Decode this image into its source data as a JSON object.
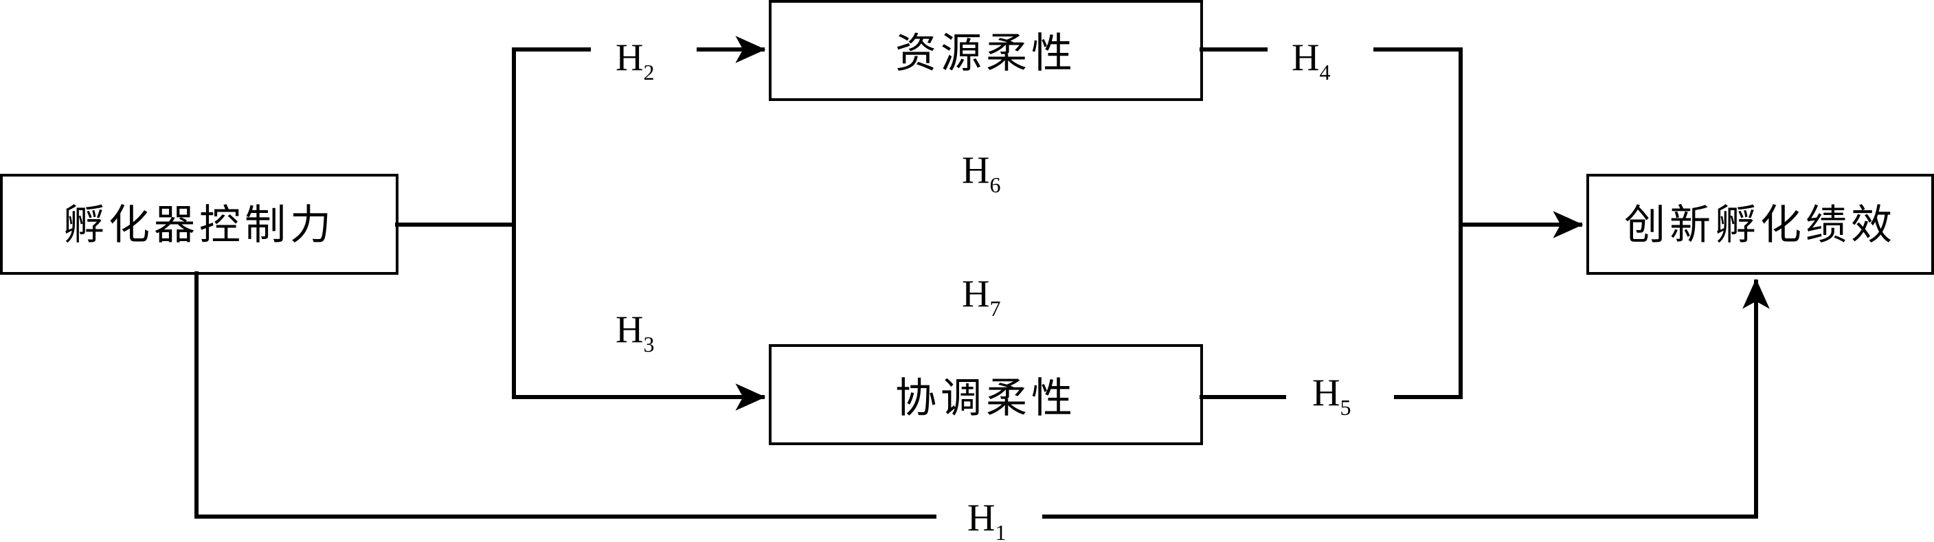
{
  "nodes": {
    "control": "孵化器控制力",
    "resource": "资源柔性",
    "coordination": "协调柔性",
    "performance": "创新孵化绩效"
  },
  "hypotheses": {
    "h1": {
      "letter": "H",
      "index": "1"
    },
    "h2": {
      "letter": "H",
      "index": "2"
    },
    "h3": {
      "letter": "H",
      "index": "3"
    },
    "h4": {
      "letter": "H",
      "index": "4"
    },
    "h5": {
      "letter": "H",
      "index": "5"
    },
    "h6": {
      "letter": "H",
      "index": "6"
    },
    "h7": {
      "letter": "H",
      "index": "7"
    }
  }
}
